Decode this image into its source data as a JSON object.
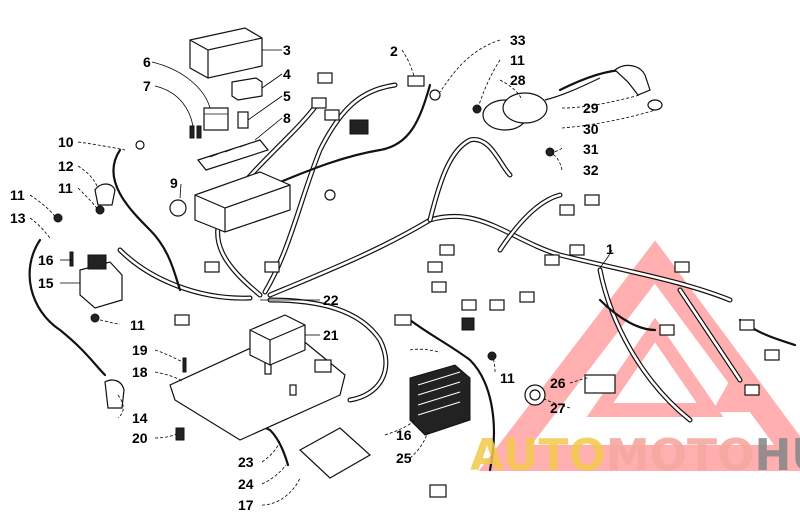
{
  "callouts": [
    {
      "id": "c1",
      "label": "1"
    },
    {
      "id": "c2",
      "label": "2"
    },
    {
      "id": "c3",
      "label": "3"
    },
    {
      "id": "c4",
      "label": "4"
    },
    {
      "id": "c5",
      "label": "5"
    },
    {
      "id": "c6",
      "label": "6"
    },
    {
      "id": "c7",
      "label": "7"
    },
    {
      "id": "c8",
      "label": "8"
    },
    {
      "id": "c9",
      "label": "9"
    },
    {
      "id": "c10",
      "label": "10"
    },
    {
      "id": "c11a",
      "label": "11"
    },
    {
      "id": "c11b",
      "label": "11"
    },
    {
      "id": "c11c",
      "label": "11"
    },
    {
      "id": "c11d",
      "label": "11"
    },
    {
      "id": "c11e",
      "label": "11"
    },
    {
      "id": "c12",
      "label": "12"
    },
    {
      "id": "c13",
      "label": "13"
    },
    {
      "id": "c14",
      "label": "14"
    },
    {
      "id": "c15",
      "label": "15"
    },
    {
      "id": "c16a",
      "label": "16"
    },
    {
      "id": "c16b",
      "label": "16"
    },
    {
      "id": "c17",
      "label": "17"
    },
    {
      "id": "c18",
      "label": "18"
    },
    {
      "id": "c19",
      "label": "19"
    },
    {
      "id": "c20",
      "label": "20"
    },
    {
      "id": "c21",
      "label": "21"
    },
    {
      "id": "c22",
      "label": "22"
    },
    {
      "id": "c23",
      "label": "23"
    },
    {
      "id": "c24",
      "label": "24"
    },
    {
      "id": "c25",
      "label": "25"
    },
    {
      "id": "c26",
      "label": "26"
    },
    {
      "id": "c27",
      "label": "27"
    },
    {
      "id": "c28",
      "label": "28"
    },
    {
      "id": "c29",
      "label": "29"
    },
    {
      "id": "c30",
      "label": "30"
    },
    {
      "id": "c31",
      "label": "31"
    },
    {
      "id": "c32",
      "label": "32"
    },
    {
      "id": "c33",
      "label": "33"
    }
  ],
  "watermark": {
    "part1": "AUTO",
    "part2": "MOTO",
    "part3": "HUB",
    "color_auto": "#f2c94c",
    "color_moto": "#f4a9a0",
    "color_hub": "#8a8a8a",
    "logo_color": "#ff6e6e"
  }
}
